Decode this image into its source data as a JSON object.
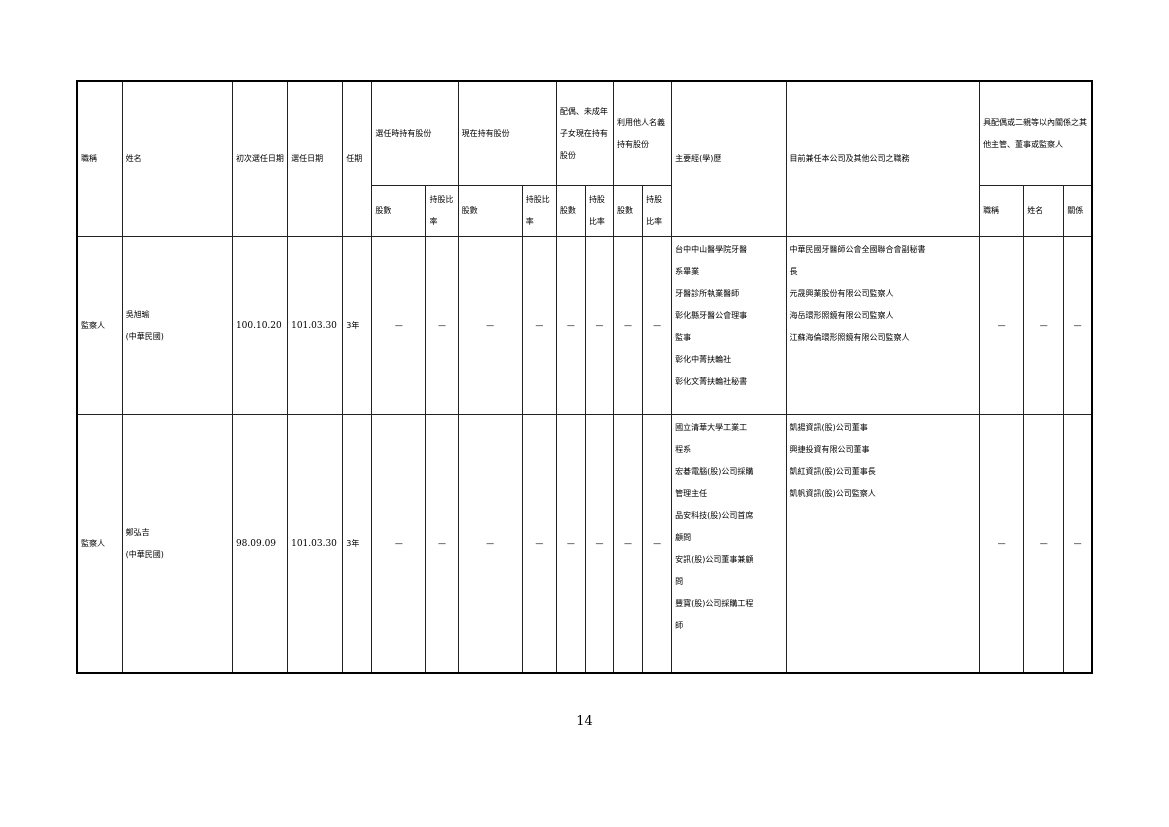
{
  "table": {
    "header": {
      "title": "職稱",
      "name": "姓名",
      "first_elected_date": "初次選任日期",
      "elected_date": "選任日期",
      "term": "任期",
      "shares_when_elected": "選任時持有股份",
      "current_shares": "現在持有股份",
      "spouse_minor_shares": "配偶、未成年子女現在持有股份",
      "nominee_shares": "利用他人名義持有股份",
      "experience": "主要經(學)歷",
      "concurrent_positions": "目前兼任本公司及其他公司之職務",
      "relatives": "具配偶或二親等以內關係之其他主管、董事或監察人",
      "sub_shares": "股數",
      "sub_ratio": "持股比率",
      "sub_rel_title": "職稱",
      "sub_rel_name": "姓名",
      "sub_rel_relation": "關係"
    },
    "rows": [
      {
        "title": "監察人",
        "name": "吳旭瑜",
        "nationality": "(中華民國)",
        "first_elected": "100.10.20",
        "elected": "101.03.30",
        "term": "3年",
        "shares_elected": "—",
        "ratio_elected": "—",
        "shares_now": "—",
        "ratio_now": "—",
        "spouse_shares": "—",
        "spouse_ratio": "—",
        "nominee_shares": "—",
        "nominee_ratio": "—",
        "experience": [
          "台中中山醫學院牙醫",
          "系畢業",
          "牙醫診所執業醫師",
          "彰化縣牙醫公會理事",
          "監事",
          "彰化中菁扶輪社",
          "彰化文菁扶輪社秘書"
        ],
        "positions": [
          "中華民國牙醫師公會全國聯合會副秘書",
          "長",
          "元晟興業股份有限公司監察人",
          "海岳環形照鏡有限公司監察人",
          "江蘇海倫環形照鏡有限公司監察人"
        ],
        "rel_title": "—",
        "rel_name": "—",
        "rel_relation": "—"
      },
      {
        "title": "監察人",
        "name": "鄭弘吉",
        "nationality": "(中華民國)",
        "first_elected": "98.09.09",
        "elected": "101.03.30",
        "term": "3年",
        "shares_elected": "—",
        "ratio_elected": "—",
        "shares_now": "—",
        "ratio_now": "—",
        "spouse_shares": "—",
        "spouse_ratio": "—",
        "nominee_shares": "—",
        "nominee_ratio": "—",
        "experience": [
          "國立清華大學工業工",
          "程系",
          "宏碁電腦(股)公司採購",
          "管理主任",
          "品安科技(股)公司首席",
          "顧問",
          "安訊(股)公司董事兼顧",
          "問",
          "豐寶(股)公司採購工程",
          "師"
        ],
        "positions": [
          "凱揚資訊(股)公司董事",
          "興捷投資有限公司董事",
          "凱紅資訊(股)公司董事長",
          "凱帆資訊(股)公司監察人"
        ],
        "rel_title": "—",
        "rel_name": "—",
        "rel_relation": "—"
      }
    ]
  },
  "page_number": "14"
}
